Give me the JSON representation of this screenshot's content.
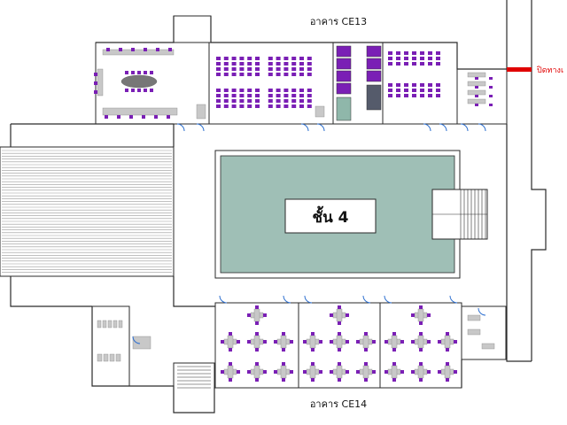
{
  "map": {
    "building_top": "อาคาร CE13",
    "building_bottom": "อาคาร CE14",
    "floor_label": "ชั้น 4",
    "closed_way_label": "ปิดทางเ",
    "colors": {
      "wall": "#2a2a2a",
      "seat": "#7a1fb5",
      "courtyard": "#9fbfb6",
      "closed": "#e00000",
      "door": "#2d6fd0",
      "table": "#c8c8c8",
      "teal_panel": "#8fb7aa",
      "dark_panel": "#555b6b"
    }
  }
}
